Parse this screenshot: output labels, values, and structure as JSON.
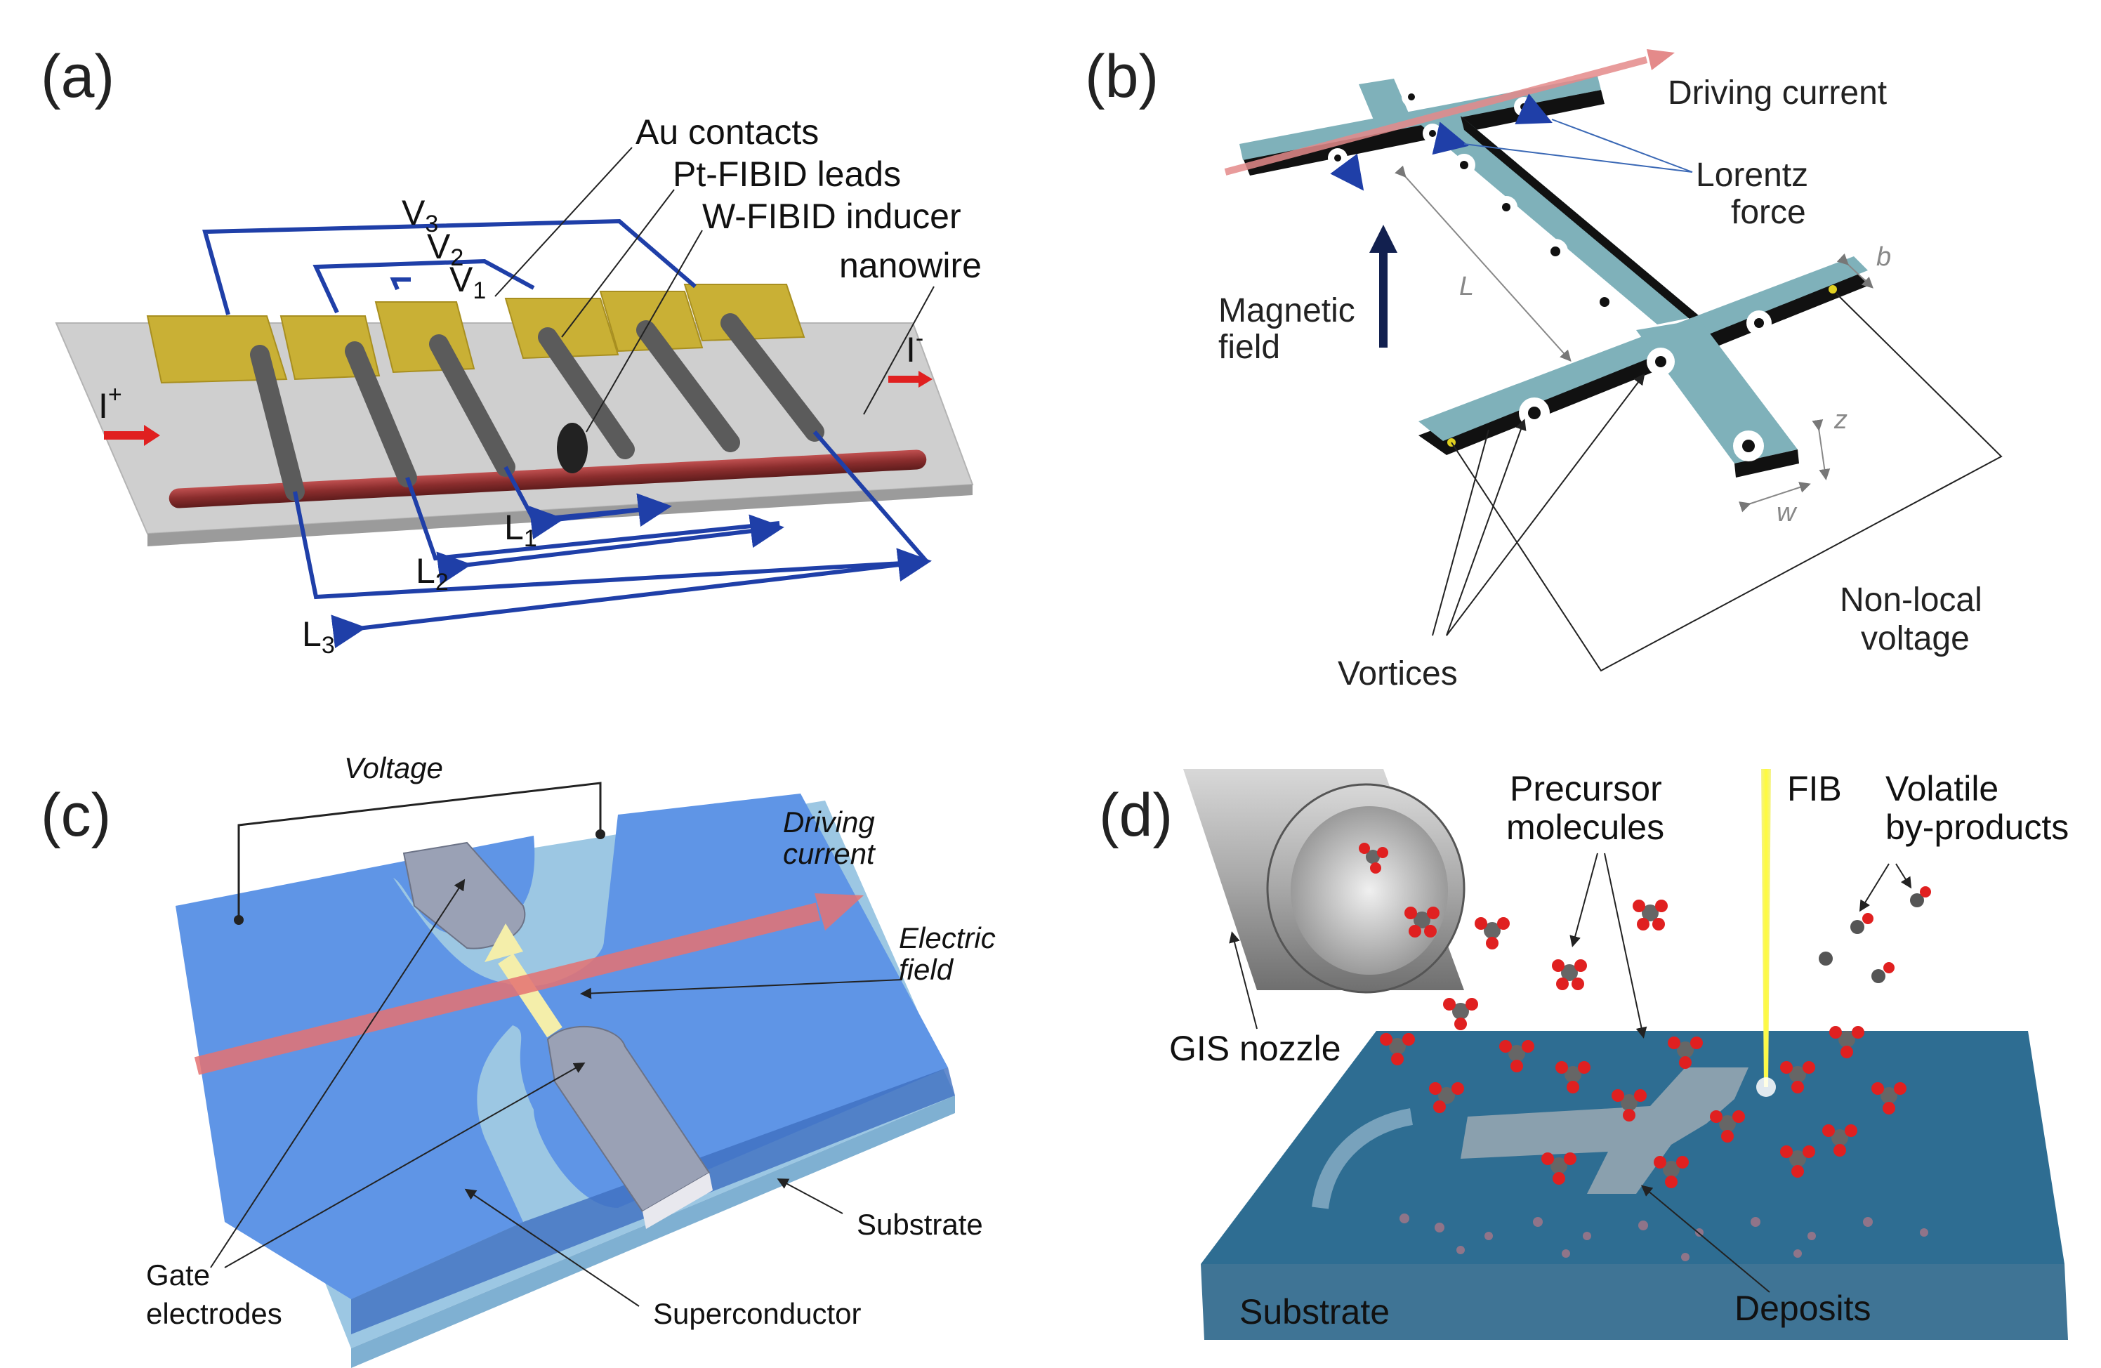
{
  "panels": {
    "a": {
      "letter": "(a)",
      "au_contacts": "Au contacts",
      "pt_leads": "Pt-FIBID leads",
      "w_inducer": "W-FIBID inducer",
      "nanowire": "nanowire",
      "v3": "V",
      "v3_sub": "3",
      "v2": "V",
      "v2_sub": "2",
      "v1": "V",
      "v1_sub": "1",
      "i_plus": "I",
      "i_plus_sup": "+",
      "i_minus": "I",
      "i_minus_sup": "-",
      "l1": "L",
      "l1_sub": "1",
      "l2": "L",
      "l2_sub": "2",
      "l3": "L",
      "l3_sub": "3"
    },
    "b": {
      "letter": "(b)",
      "driving_current": "Driving current",
      "lorentz": "Lorentz",
      "force": "force",
      "magnetic": "Magnetic",
      "field": "field",
      "L": "L",
      "b": "b",
      "z": "z",
      "w": "w",
      "non_local": "Non-local",
      "voltage": "voltage",
      "vortices": "Vortices"
    },
    "c": {
      "letter": "(c)",
      "voltage": "Voltage",
      "driving": "Driving",
      "current": "current",
      "electric": "Electric",
      "field": "field",
      "substrate": "Substrate",
      "gate": "Gate",
      "electrodes": "electrodes",
      "superconductor": "Superconductor"
    },
    "d": {
      "letter": "(d)",
      "precursor": "Precursor",
      "molecules": "molecules",
      "fib": "FIB",
      "volatile": "Volatile",
      "byproducts": "by-products",
      "gis_nozzle": "GIS nozzle",
      "substrate": "Substrate",
      "deposits": "Deposits"
    }
  },
  "colors": {
    "blue_line": "#1f3fa8",
    "nanowire": "#9a3434",
    "au": "#c9b035",
    "teal": "#7fb1ba",
    "red_text": "#cc2a2a",
    "blue_text": "#3a68b5",
    "sc_blue": "#5f95e6",
    "substrate_d": "#3f7495"
  }
}
